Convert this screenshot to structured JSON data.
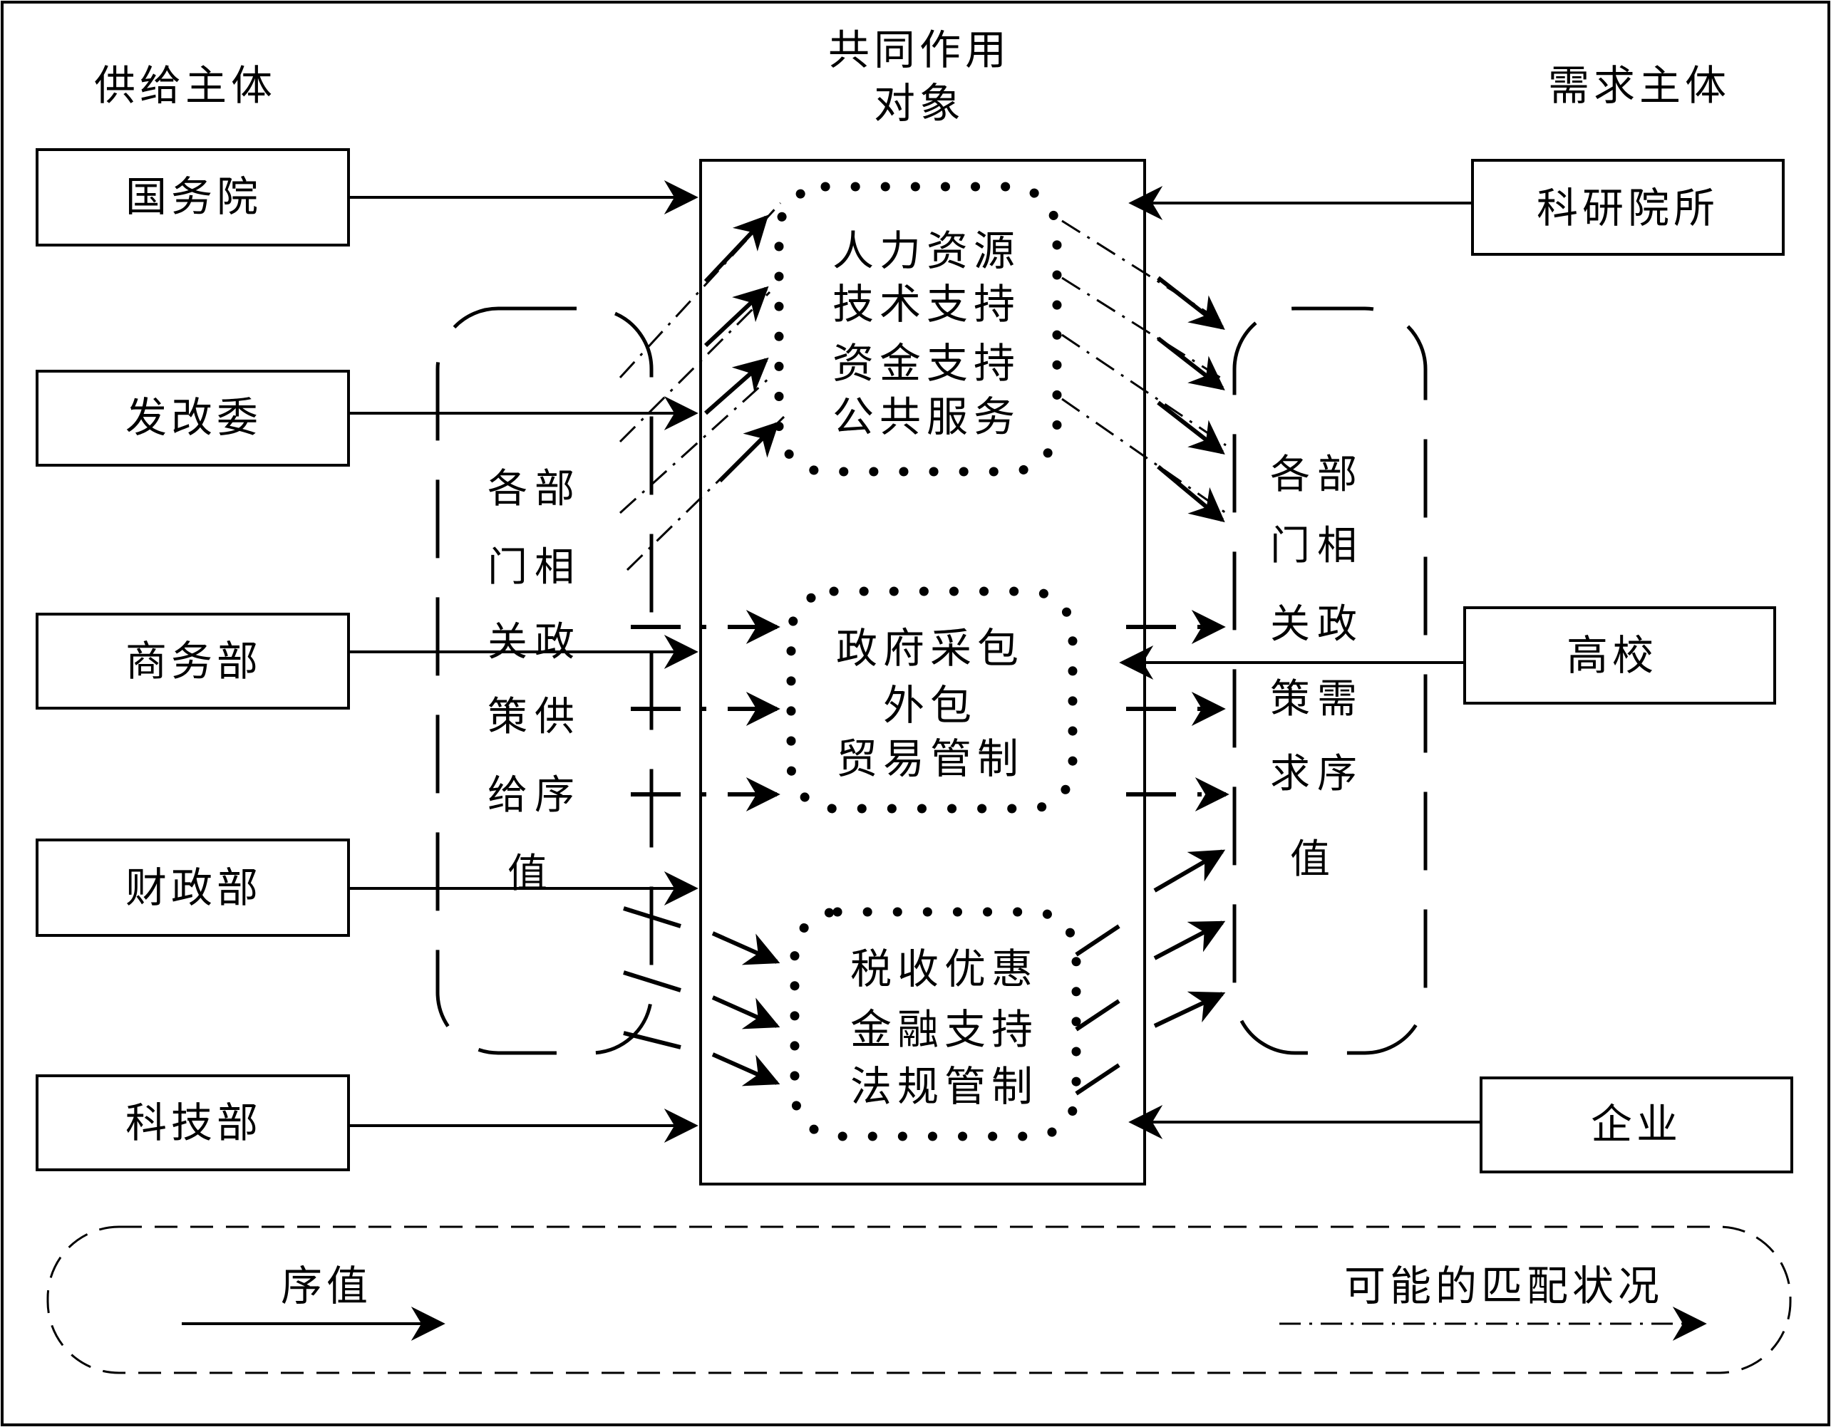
{
  "headers": {
    "supply": "供给主体",
    "object_line1": "共同作用",
    "object_line2": "对象",
    "demand": "需求主体"
  },
  "supply_subjects": [
    "国务院",
    "发改委",
    "商务部",
    "财政部",
    "科技部"
  ],
  "demand_subjects": [
    "科研院所",
    "高校",
    "企业"
  ],
  "left_group_label": [
    "各部",
    "门相",
    "关政",
    "策供",
    "给序",
    "值"
  ],
  "right_group_label": [
    "各部",
    "门相",
    "关政",
    "策需",
    "求序",
    "值"
  ],
  "cluster_top": [
    "人力资源",
    "技术支持",
    "资金支持",
    "公共服务"
  ],
  "cluster_mid": [
    "政府采包",
    "外包",
    "贸易管制"
  ],
  "cluster_bot": [
    "税收优惠",
    "金融支持",
    "法规管制"
  ],
  "legend": {
    "sequence_value": "序值",
    "possible_match": "可能的匹配状况"
  },
  "colors": {
    "ink": "#000000",
    "background": "#ffffff"
  }
}
